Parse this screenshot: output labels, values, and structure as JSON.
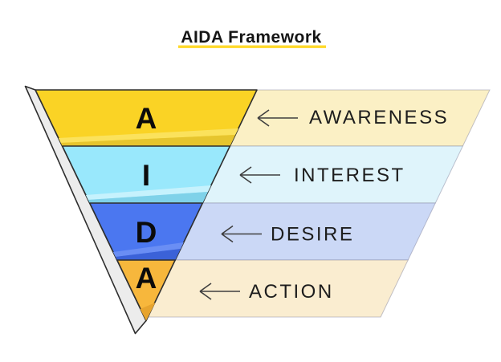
{
  "title": "AIDA Framework",
  "title_underline_color": "#FFD92B",
  "background_color": "#FFFFFF",
  "outline_color": "#2E2E2E",
  "side_face_color": "#ECECEC",
  "arrow_color": "#3F3F3F",
  "levels": [
    {
      "letter": "A",
      "label": "AWARENESS",
      "funnel_color": "#FAD325",
      "band_color": "#FBF0C5"
    },
    {
      "letter": "I",
      "label": "INTEREST",
      "funnel_color": "#99E8FC",
      "band_color": "#DFF4FB"
    },
    {
      "letter": "D",
      "label": "DESIRE",
      "funnel_color": "#4B77F0",
      "band_color": "#CBD8F6"
    },
    {
      "letter": "A",
      "label": "ACTION",
      "funnel_color": "#F7B73C",
      "band_color": "#FAEDD0"
    }
  ]
}
